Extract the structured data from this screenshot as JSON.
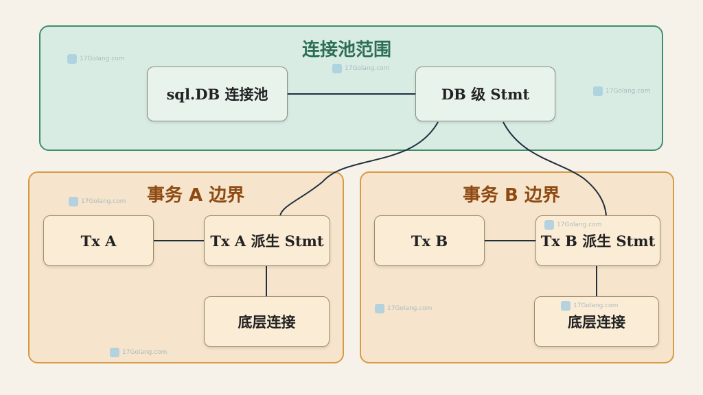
{
  "regions": {
    "pool": {
      "title": "连接池范围"
    },
    "tx_a": {
      "title": "事务 A 边界"
    },
    "tx_b": {
      "title": "事务 B 边界"
    }
  },
  "nodes": {
    "sqldb": "sql.DB 连接池",
    "db_stmt": "DB 级 Stmt",
    "tx_a": "Tx A",
    "tx_a_stmt": "Tx A 派生 Stmt",
    "tx_a_conn": "底层连接",
    "tx_b": "Tx B",
    "tx_b_stmt": "Tx B 派生 Stmt",
    "tx_b_conn": "底层连接"
  },
  "watermark": {
    "text": "17Golang.com"
  },
  "colors": {
    "pool_fill": "#d9ece3",
    "pool_border": "#3e8e6c",
    "tx_fill": "#f6e5cc",
    "tx_border": "#d79a45",
    "connector": "#1f2f3f"
  }
}
